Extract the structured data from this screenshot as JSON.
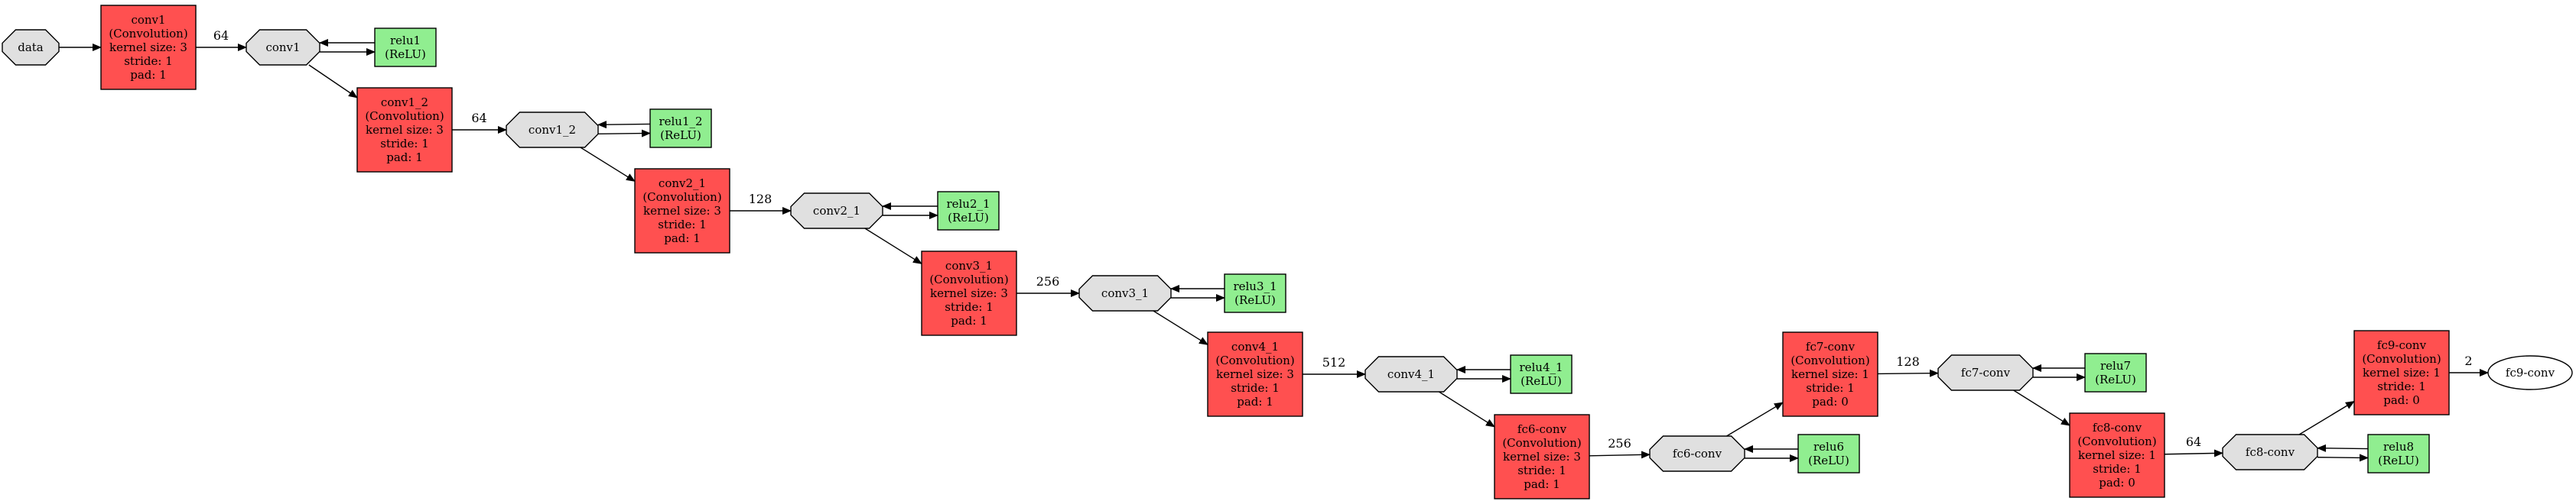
{
  "colors": {
    "conv_fill": "#ff5050",
    "relu_fill": "#90ee90",
    "blob_fill": "#e0e0e0",
    "output_fill": "#ffffff",
    "stroke": "#000000"
  },
  "nodes": {
    "data": {
      "type": "blob",
      "lines": [
        "data"
      ]
    },
    "conv1_layer": {
      "type": "conv",
      "lines": [
        "conv1",
        "(Convolution)",
        "kernel size: 3",
        "stride: 1",
        "pad: 1"
      ]
    },
    "conv1_blob": {
      "type": "blob",
      "lines": [
        "conv1"
      ]
    },
    "relu1": {
      "type": "relu",
      "lines": [
        "relu1",
        "(ReLU)"
      ]
    },
    "conv1_2_layer": {
      "type": "conv",
      "lines": [
        "conv1_2",
        "(Convolution)",
        "kernel size: 3",
        "stride: 1",
        "pad: 1"
      ]
    },
    "conv1_2_blob": {
      "type": "blob",
      "lines": [
        "conv1_2"
      ]
    },
    "relu1_2": {
      "type": "relu",
      "lines": [
        "relu1_2",
        "(ReLU)"
      ]
    },
    "conv2_1_layer": {
      "type": "conv",
      "lines": [
        "conv2_1",
        "(Convolution)",
        "kernel size: 3",
        "stride: 1",
        "pad: 1"
      ]
    },
    "conv2_1_blob": {
      "type": "blob",
      "lines": [
        "conv2_1"
      ]
    },
    "relu2_1": {
      "type": "relu",
      "lines": [
        "relu2_1",
        "(ReLU)"
      ]
    },
    "conv3_1_layer": {
      "type": "conv",
      "lines": [
        "conv3_1",
        "(Convolution)",
        "kernel size: 3",
        "stride: 1",
        "pad: 1"
      ]
    },
    "conv3_1_blob": {
      "type": "blob",
      "lines": [
        "conv3_1"
      ]
    },
    "relu3_1": {
      "type": "relu",
      "lines": [
        "relu3_1",
        "(ReLU)"
      ]
    },
    "conv4_1_layer": {
      "type": "conv",
      "lines": [
        "conv4_1",
        "(Convolution)",
        "kernel size: 3",
        "stride: 1",
        "pad: 1"
      ]
    },
    "conv4_1_blob": {
      "type": "blob",
      "lines": [
        "conv4_1"
      ]
    },
    "relu4_1": {
      "type": "relu",
      "lines": [
        "relu4_1",
        "(ReLU)"
      ]
    },
    "fc6_conv_layer": {
      "type": "conv",
      "lines": [
        "fc6-conv",
        "(Convolution)",
        "kernel size: 3",
        "stride: 1",
        "pad: 1"
      ]
    },
    "fc6_conv_blob": {
      "type": "blob",
      "lines": [
        "fc6-conv"
      ]
    },
    "relu6": {
      "type": "relu",
      "lines": [
        "relu6",
        "(ReLU)"
      ]
    },
    "fc7_conv_layer": {
      "type": "conv",
      "lines": [
        "fc7-conv",
        "(Convolution)",
        "kernel size: 1",
        "stride: 1",
        "pad: 0"
      ]
    },
    "fc7_conv_blob": {
      "type": "blob",
      "lines": [
        "fc7-conv"
      ]
    },
    "relu7": {
      "type": "relu",
      "lines": [
        "relu7",
        "(ReLU)"
      ]
    },
    "fc8_conv_layer": {
      "type": "conv",
      "lines": [
        "fc8-conv",
        "(Convolution)",
        "kernel size: 1",
        "stride: 1",
        "pad: 0"
      ]
    },
    "fc8_conv_blob": {
      "type": "blob",
      "lines": [
        "fc8-conv"
      ]
    },
    "relu8": {
      "type": "relu",
      "lines": [
        "relu8",
        "(ReLU)"
      ]
    },
    "fc9_conv_layer": {
      "type": "conv",
      "lines": [
        "fc9-conv",
        "(Convolution)",
        "kernel size: 1",
        "stride: 1",
        "pad: 0"
      ]
    },
    "fc9_conv_out": {
      "type": "output",
      "lines": [
        "fc9-conv"
      ]
    }
  },
  "edges": [
    {
      "from": "data",
      "to": "conv1_layer",
      "label": ""
    },
    {
      "from": "conv1_layer",
      "to": "conv1_blob",
      "label": "64"
    },
    {
      "from": "conv1_blob",
      "to": "relu1",
      "label": ""
    },
    {
      "from": "relu1",
      "to": "conv1_blob",
      "label": ""
    },
    {
      "from": "conv1_blob",
      "to": "conv1_2_layer",
      "label": ""
    },
    {
      "from": "conv1_2_layer",
      "to": "conv1_2_blob",
      "label": "64"
    },
    {
      "from": "conv1_2_blob",
      "to": "relu1_2",
      "label": ""
    },
    {
      "from": "relu1_2",
      "to": "conv1_2_blob",
      "label": ""
    },
    {
      "from": "conv1_2_blob",
      "to": "conv2_1_layer",
      "label": ""
    },
    {
      "from": "conv2_1_layer",
      "to": "conv2_1_blob",
      "label": "128"
    },
    {
      "from": "conv2_1_blob",
      "to": "relu2_1",
      "label": ""
    },
    {
      "from": "relu2_1",
      "to": "conv2_1_blob",
      "label": ""
    },
    {
      "from": "conv2_1_blob",
      "to": "conv3_1_layer",
      "label": ""
    },
    {
      "from": "conv3_1_layer",
      "to": "conv3_1_blob",
      "label": "256"
    },
    {
      "from": "conv3_1_blob",
      "to": "relu3_1",
      "label": ""
    },
    {
      "from": "relu3_1",
      "to": "conv3_1_blob",
      "label": ""
    },
    {
      "from": "conv3_1_blob",
      "to": "conv4_1_layer",
      "label": ""
    },
    {
      "from": "conv4_1_layer",
      "to": "conv4_1_blob",
      "label": "512"
    },
    {
      "from": "conv4_1_blob",
      "to": "relu4_1",
      "label": ""
    },
    {
      "from": "relu4_1",
      "to": "conv4_1_blob",
      "label": ""
    },
    {
      "from": "conv4_1_blob",
      "to": "fc6_conv_layer",
      "label": ""
    },
    {
      "from": "fc6_conv_layer",
      "to": "fc6_conv_blob",
      "label": "256"
    },
    {
      "from": "fc6_conv_blob",
      "to": "relu6",
      "label": ""
    },
    {
      "from": "relu6",
      "to": "fc6_conv_blob",
      "label": ""
    },
    {
      "from": "fc6_conv_blob",
      "to": "fc7_conv_layer",
      "label": ""
    },
    {
      "from": "fc7_conv_layer",
      "to": "fc7_conv_blob",
      "label": "128"
    },
    {
      "from": "fc7_conv_blob",
      "to": "relu7",
      "label": ""
    },
    {
      "from": "relu7",
      "to": "fc7_conv_blob",
      "label": ""
    },
    {
      "from": "fc7_conv_blob",
      "to": "fc8_conv_layer",
      "label": ""
    },
    {
      "from": "fc8_conv_layer",
      "to": "fc8_conv_blob",
      "label": "64"
    },
    {
      "from": "fc8_conv_blob",
      "to": "relu8",
      "label": ""
    },
    {
      "from": "relu8",
      "to": "fc8_conv_blob",
      "label": ""
    },
    {
      "from": "fc8_conv_blob",
      "to": "fc9_conv_layer",
      "label": ""
    },
    {
      "from": "fc9_conv_layer",
      "to": "fc9_conv_out",
      "label": "2"
    }
  ]
}
